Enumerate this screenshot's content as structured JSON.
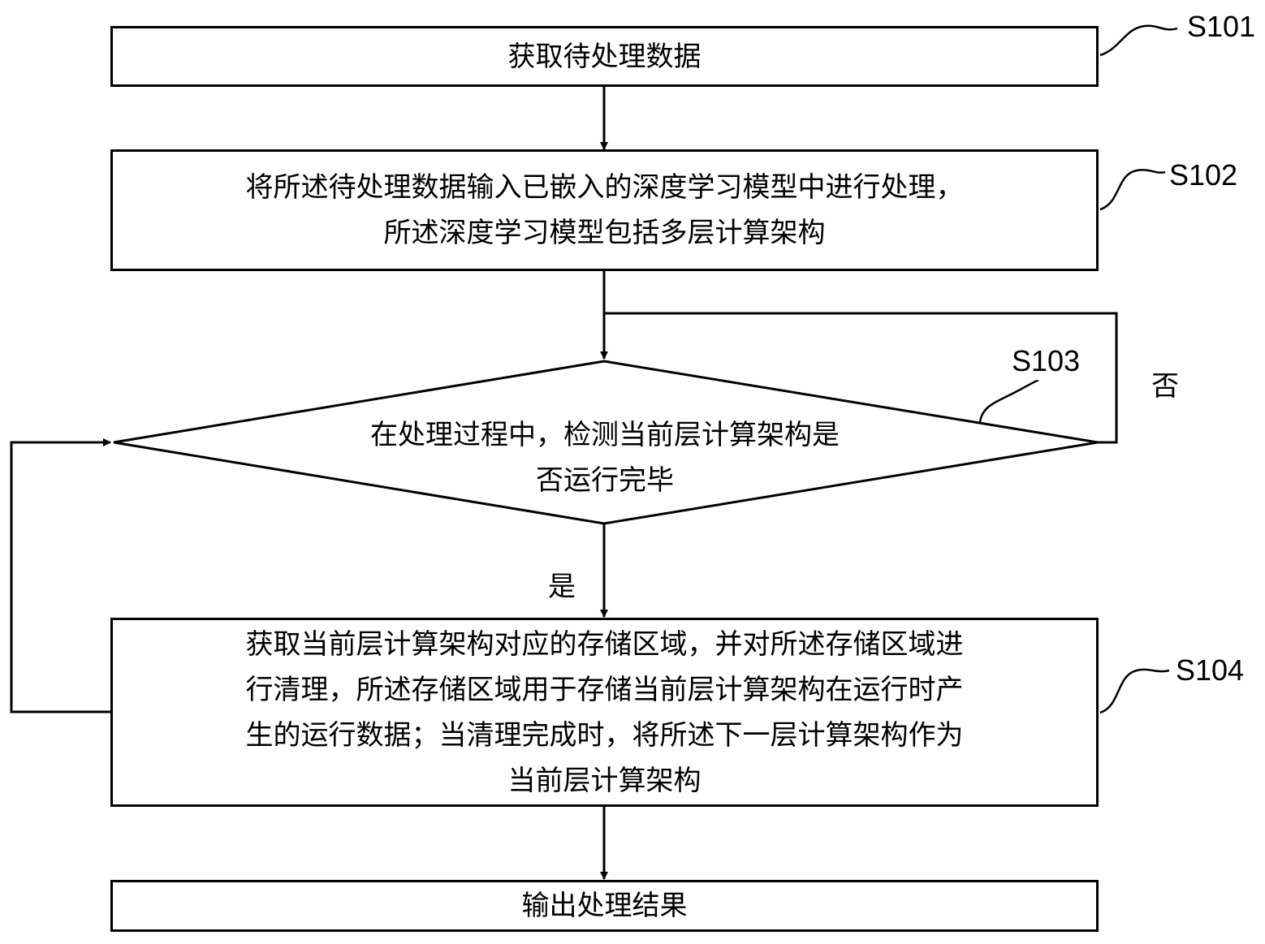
{
  "steps": [
    {
      "id": "S101",
      "text": "获取待处理数据"
    },
    {
      "id": "S102",
      "line1": "将所述待处理数据输入已嵌入的深度学习模型中进行处理，",
      "line2": "所述深度学习模型包括多层计算架构"
    },
    {
      "id": "S103",
      "line1": "在处理过程中，检测当前层计算架构是",
      "line2": "否运行完毕"
    },
    {
      "id": "S104",
      "line1": "获取当前层计算架构对应的存储区域，并对所述存储区域进",
      "line2": "行清理，所述存储区域用于存储当前层计算架构在运行时产",
      "line3": "生的运行数据；当清理完成时，将所述下一层计算架构作为",
      "line4": "当前层计算架构"
    },
    {
      "id": "",
      "text": "输出处理结果"
    }
  ],
  "branches": {
    "yes": "是",
    "no": "否"
  }
}
